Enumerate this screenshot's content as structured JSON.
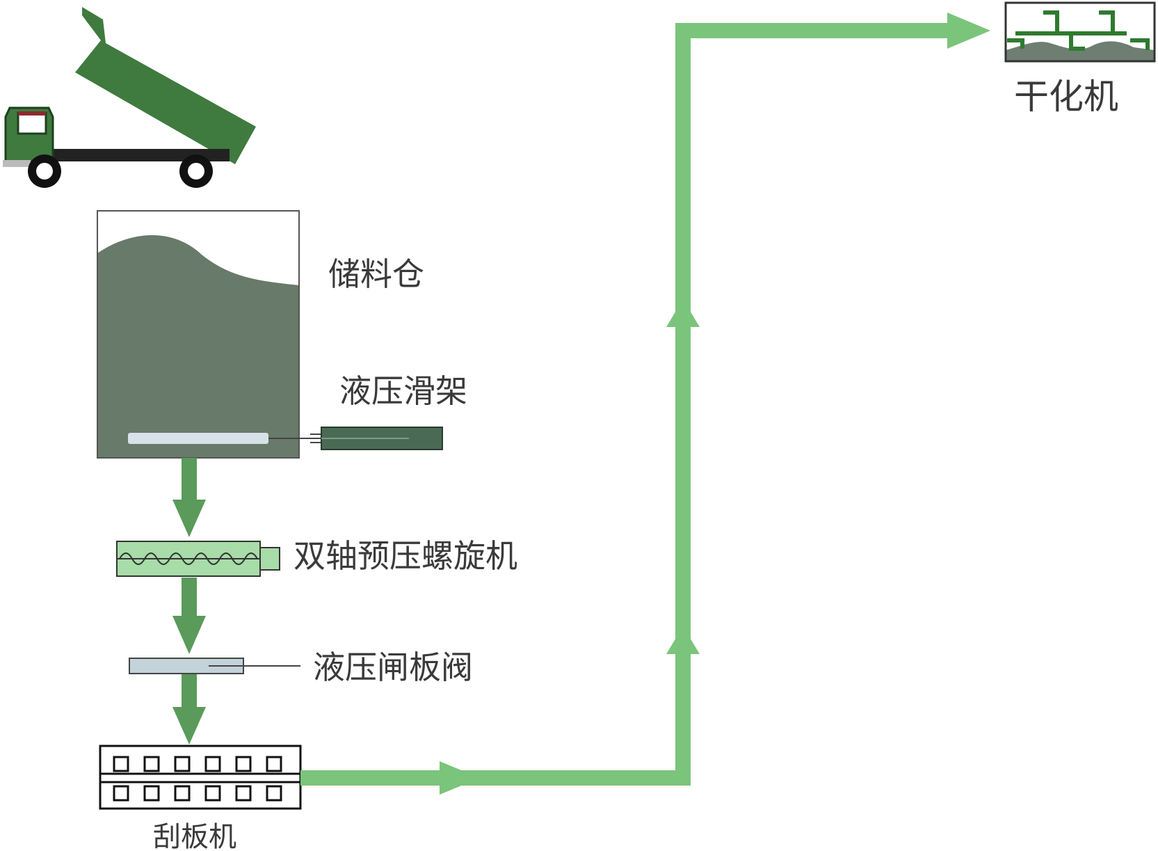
{
  "labels": {
    "storage_bin": "储料仓",
    "hydraulic_slide": "液压滑架",
    "twin_screw": "双轴预压螺旋机",
    "gate_valve": "液压闸板阀",
    "scraper": "刮板机",
    "dryer": "干化机"
  },
  "colors": {
    "flow_dark": "#5a9a5a",
    "flow_light": "#7bc47b",
    "sludge": "#687a6a",
    "truck_green": "#3f7a3f",
    "screw_fill": "#a8dca8",
    "slide_bar": "#d6e2e8"
  },
  "icons": [
    "dump-truck-icon",
    "dryer-icon"
  ]
}
